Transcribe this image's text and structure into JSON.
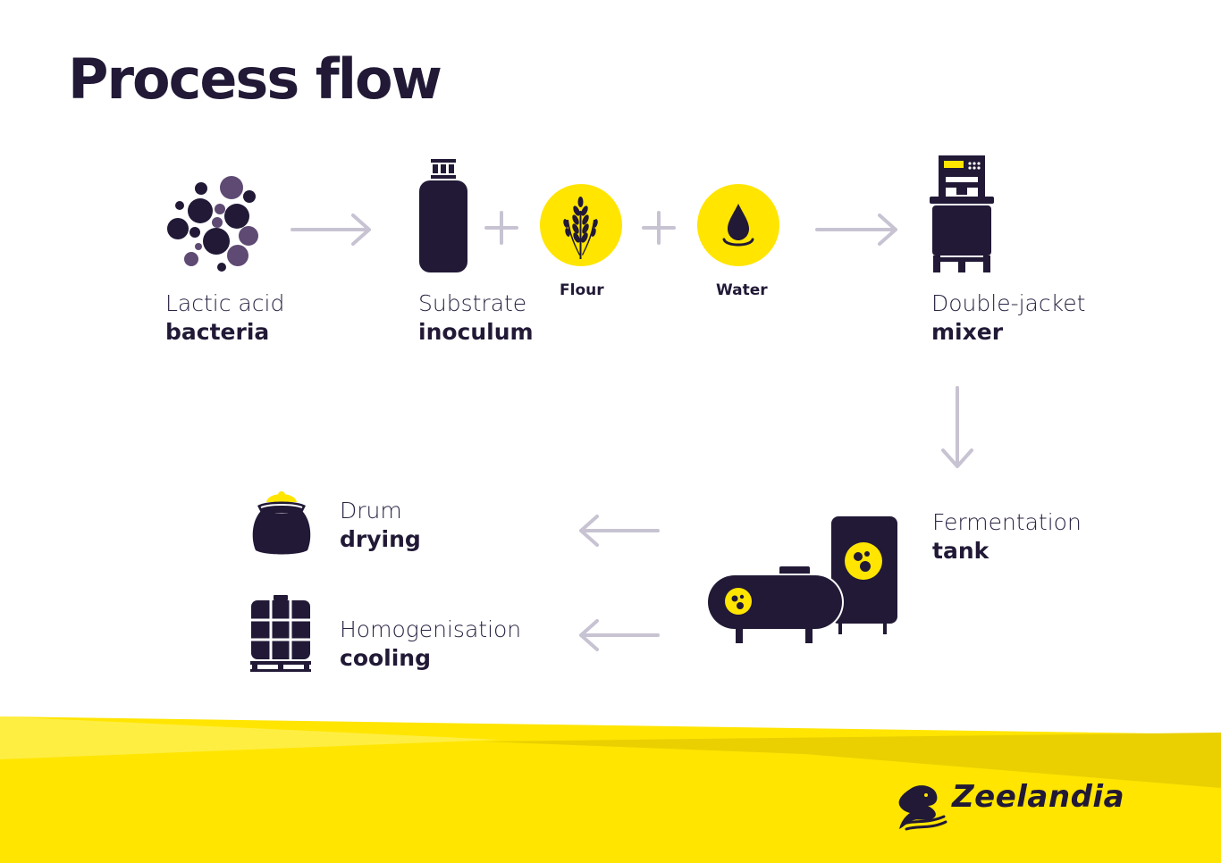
{
  "title": "Process flow",
  "steps": {
    "bacteria": {
      "line1": "Lactic acid",
      "line2": "bacteria"
    },
    "inoculum": {
      "line1": "Substrate",
      "line2": "inoculum"
    },
    "flour": {
      "label": "Flour"
    },
    "water": {
      "label": "Water"
    },
    "mixer": {
      "line1": "Double-jacket",
      "line2": "mixer"
    },
    "tank": {
      "line1": "Fermentation",
      "line2": "tank"
    },
    "drying": {
      "line1": "Drum",
      "line2": "drying"
    },
    "cooling": {
      "line1": "Homogenisation",
      "line2": "cooling"
    }
  },
  "brand": {
    "name": "Zeelandia"
  },
  "colors": {
    "dark": "#211936",
    "yellow": "#ffe500",
    "arrow": "#c8c3d2",
    "purple": "#5e4a73"
  },
  "icons": [
    "bacteria-icon",
    "bottle-icon",
    "wheat-icon",
    "droplet-icon",
    "mixer-icon",
    "tank-icon",
    "sack-icon",
    "ibc-container-icon",
    "lion-logo-icon"
  ]
}
